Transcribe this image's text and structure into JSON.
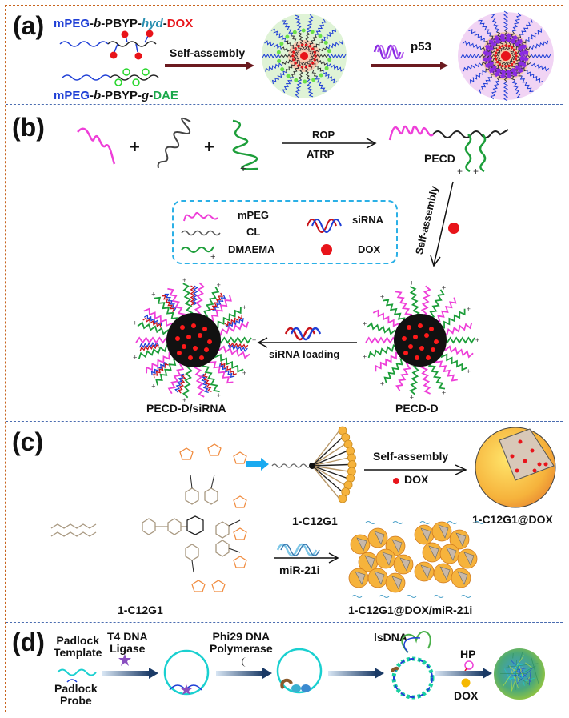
{
  "panels": {
    "a": {
      "label": "(a)",
      "polymer1": {
        "part1": "mPEG",
        "sep1": "-",
        "part2": "b",
        "sep2": "-PBYP-",
        "part3": "hyd",
        "sep3": "-",
        "part4": "DOX"
      },
      "polymer2": {
        "part1": "mPEG",
        "sep1": "-",
        "part2": "b",
        "sep2": "-PBYP-",
        "part3": "g",
        "sep3": "-",
        "part4": "DAE"
      },
      "arrow1_label": "Self-assembly",
      "arrow2_label": "p53"
    },
    "b": {
      "label": "(b)",
      "plus1": "+",
      "plus2": "+",
      "arrow_top": "ROP",
      "arrow_bottom": "ATRP",
      "product": "PECD",
      "self_assembly": "Self-assembly",
      "legend": [
        {
          "name": "mPEG",
          "icon": "pink-wave-icon"
        },
        {
          "name": "CL",
          "icon": "gray-wave-icon"
        },
        {
          "name": "DMAEMA",
          "icon": "green-wave-cation-icon"
        },
        {
          "name": "siRNA",
          "icon": "double-helix-icon"
        },
        {
          "name": "DOX",
          "icon": "red-dot-icon"
        }
      ],
      "siRNA_loading": "siRNA loading",
      "micelle_left": "PECD-D/siRNA",
      "micelle_right": "PECD-D"
    },
    "c": {
      "label": "(c)",
      "structure_label": "1-C12G1",
      "dendron_label": "1-C12G1",
      "arrow_top": "Self-assembly",
      "arrow_bottom": "DOX",
      "dox_label": "1-C12G1@DOX",
      "mir_arrow": "miR-21i",
      "complex_label": "1-C12G1@DOX/miR-21i"
    },
    "d": {
      "label": "(d)",
      "template": [
        "Padlock",
        "Template"
      ],
      "probe": [
        "Padlock",
        "Probe"
      ],
      "ligase": [
        "T4 DNA",
        "Ligase"
      ],
      "polymerase": [
        "Phi29 DNA",
        "Polymerase"
      ],
      "isdna": "lsDNA",
      "hp": "HP",
      "dox": "DOX"
    }
  },
  "colors": {
    "outer_border": "#c8641e",
    "divider": "#4a6cb0",
    "legend_border": "#2bb0e6",
    "mpeg_blue": "#1f3fd6",
    "hyd_teal": "#2a8fb0",
    "dox_red": "#e8141a",
    "dae_green": "#1aa84a",
    "arrow_maroon": "#6b1a1f",
    "pink": "#ee3fd8",
    "green": "#1d9e3a",
    "orange": "#f08a3c"
  }
}
